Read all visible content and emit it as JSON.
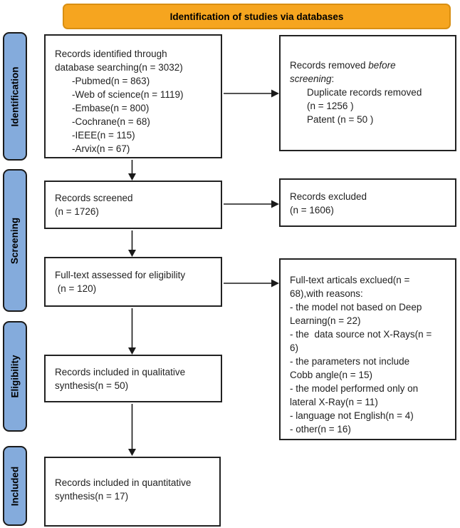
{
  "header": {
    "title": "Identification of studies via databases"
  },
  "colors": {
    "banner_bg": "#F6A51F",
    "banner_border": "#D98F12",
    "stage_label_bg": "#84ABDC",
    "box_border": "#1A1A1A",
    "arrow": "#1A1A1A"
  },
  "stages": {
    "labels": [
      "Identification",
      "Screening",
      "Eligibility",
      "Included"
    ]
  },
  "flow": {
    "identified": {
      "head": [
        "Records identified through",
        "database searching(n = 3032)"
      ],
      "items": [
        "-Pubmed(n = 863)",
        "-Web of science(n = 1119)",
        "-Embase(n = 800)",
        "-Cochrane(n = 68)",
        "-IEEE(n = 115)",
        "-Arvix(n = 67)"
      ]
    },
    "removed_before_screening": {
      "prefix": "Records removed ",
      "italic_word_1": "before",
      "italic_word_2": "screening",
      "suffix": ":",
      "items": [
        "Duplicate records removed",
        "(n = 1256 )",
        "Patent (n = 50 )"
      ]
    },
    "screened": {
      "lines": [
        "Records screened",
        "(n = 1726)"
      ]
    },
    "records_excluded": {
      "lines": [
        "Records excluded",
        "(n = 1606)"
      ]
    },
    "fulltext_assessed": {
      "lines": [
        "Full-text assessed for eligibility",
        " (n = 120)"
      ]
    },
    "fulltext_excluded": {
      "lines": [
        "Full-text articals exclued(n =",
        "68),with reasons:",
        "- the model not based on Deep",
        "Learning(n = 22)",
        "- the  data source not X-Rays(n =",
        "6)",
        "- the parameters not include",
        "Cobb angle(n = 15)",
        "- the model performed only on",
        "lateral X-Ray(n = 11)",
        "- language not English(n = 4)",
        "- other(n = 16)"
      ]
    },
    "qualitative": {
      "lines": [
        "Records included in qualitative",
        "synthesis(n = 50)"
      ]
    },
    "quantitative": {
      "lines": [
        "Records included in quantitative",
        "synthesis(n = 17)"
      ]
    }
  }
}
